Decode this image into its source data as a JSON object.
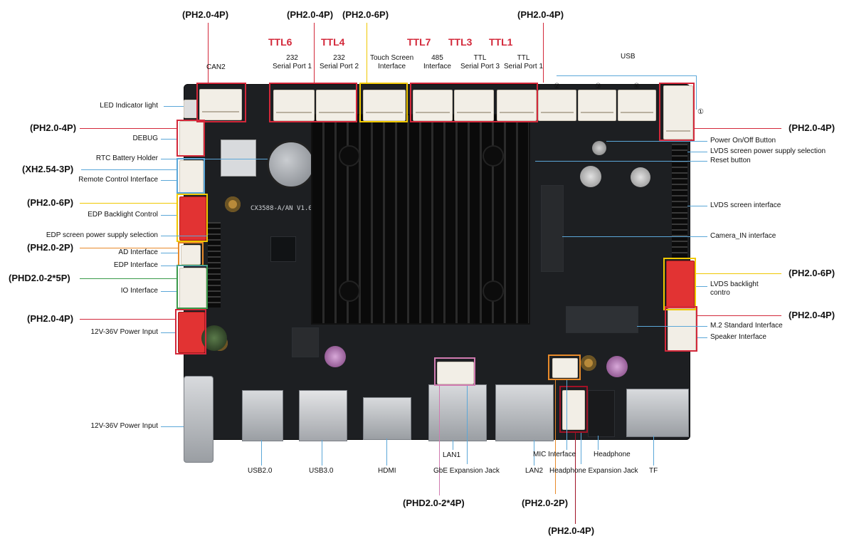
{
  "top": {
    "spec_can2": "(PH2.0-4P)",
    "spec_232": "(PH2.0-4P)",
    "spec_touch": "(PH2.0-6P)",
    "spec_ttl": "(PH2.0-4P)",
    "can2": "CAN2",
    "ttl6": "TTL6",
    "ttl4": "TTL4",
    "ttl7": "TTL7",
    "ttl3": "TTL3",
    "ttl1": "TTL1",
    "serial1": "232\nSerial Port 1",
    "serial2": "232\nSerial Port 2",
    "touch": "Touch Screen\nInterface",
    "i485": "485\nInterface",
    "ttl_sp3": "TTL\nSerial Port 3",
    "ttl_sp1": "TTL\nSerial Port 1",
    "usb": "USB",
    "n2": "②",
    "n3": "③",
    "n4": "④",
    "n1": "①"
  },
  "left": {
    "led": "LED Indicator light",
    "spec_debug": "(PH2.0-4P)",
    "debug": "DEBUG",
    "rtc": "RTC Battery Holder",
    "spec_remote": "(XH2.54-3P)",
    "remote": "Remote Control Interface",
    "spec_edp_bl": "(PH2.0-6P)",
    "edp_bl": "EDP Backlight Control",
    "edp_power": "EDP screen power supply selection",
    "spec_ad": "(PH2.0-2P)",
    "ad": "AD Interface",
    "edp": "EDP Interface",
    "spec_io": "(PHD2.0-2*5P)",
    "io": "IO Interface",
    "spec_power": "(PH2.0-4P)",
    "power1": "12V-36V Power Input",
    "power2": "12V-36V Power Input"
  },
  "right": {
    "spec_power_btn": "(PH2.0-4P)",
    "power_btn": "Power On/Off Button",
    "lvds_power": "LVDS screen power supply selection",
    "reset": "Reset button",
    "lvds": "LVDS screen interface",
    "camera": "Camera_IN interface",
    "spec_lvds_bl": "(PH2.0-6P)",
    "lvds_bl": "LVDS backlight\ncontro",
    "spec_m2": "(PH2.0-4P)",
    "m2": "M.2 Standard Interface",
    "speaker": "Speaker Interface"
  },
  "bottom": {
    "usb2": "USB2.0",
    "usb3": "USB3.0",
    "hdmi": "HDMI",
    "lan1": "LAN1",
    "gbe": "GbE Expansion Jack",
    "lan2": "LAN2",
    "mic": "MIC Interface",
    "headphone": "Headphone",
    "hp_exp": "Headphone Expansion Jack",
    "tf": "TF",
    "spec_gbe": "(PHD2.0-2*4P)",
    "spec_mic": "(PH2.0-2P)",
    "spec_hp": "(PH2.0-4P)"
  },
  "board": {
    "model": "CX3588-A/AN V1.0"
  },
  "colors": {
    "red": "#d3283a",
    "yellow": "#f0c800",
    "orange": "#e88a2a",
    "blue": "#5ba7d8",
    "green": "#3a9a4a",
    "darkred": "#a11226"
  }
}
